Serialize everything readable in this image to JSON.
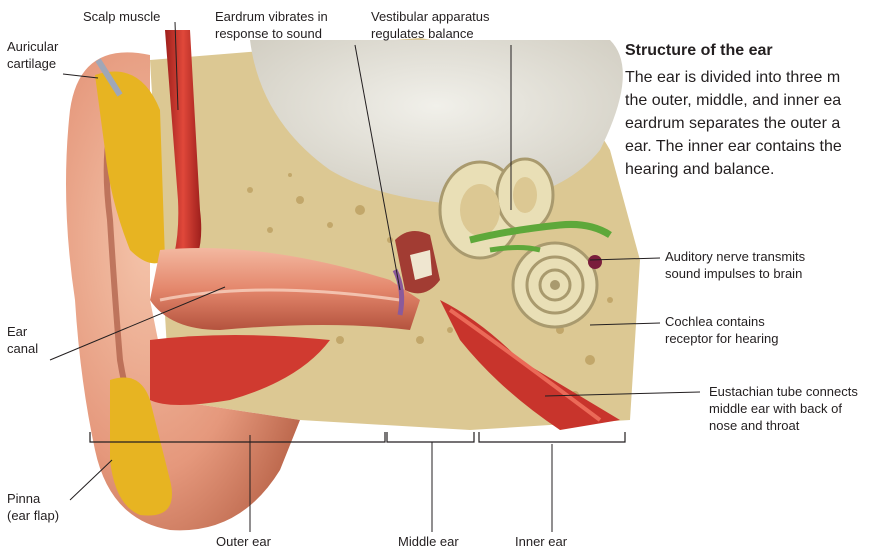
{
  "heading": "Structure of the ear",
  "body_lines": [
    "The ear is divided into three m",
    "the outer, middle, and inner ea",
    "eardrum separates the outer a",
    "ear. The inner ear contains the",
    "hearing and balance."
  ],
  "labels": {
    "scalp_muscle": "Scalp muscle",
    "auricular_cartilage": [
      "Auricular",
      "cartilage"
    ],
    "eardrum": [
      "Eardrum vibrates in",
      "response to sound"
    ],
    "vestibular": [
      "Vestibular apparatus",
      "regulates balance"
    ],
    "auditory_nerve": [
      "Auditory nerve transmits",
      "sound impulses to brain"
    ],
    "ear_canal": [
      "Ear",
      "canal"
    ],
    "cochlea": [
      "Cochlea contains",
      "receptor for hearing"
    ],
    "eustachian": [
      "Eustachian tube connects",
      "middle ear with back of",
      "nose and throat"
    ],
    "pinna": [
      "Pinna",
      "(ear flap)"
    ],
    "outer_ear": "Outer ear",
    "middle_ear": "Middle ear",
    "inner_ear": "Inner ear"
  },
  "colors": {
    "skin": "#e9a88c",
    "skin_dark": "#a4543c",
    "cartilage": "#e7b422",
    "bone": "#dcc893",
    "muscle": "#c8342c",
    "nerve": "#5ea83a",
    "cochlea": "#e9dfb6",
    "background_soft": "#e6e4dc"
  }
}
